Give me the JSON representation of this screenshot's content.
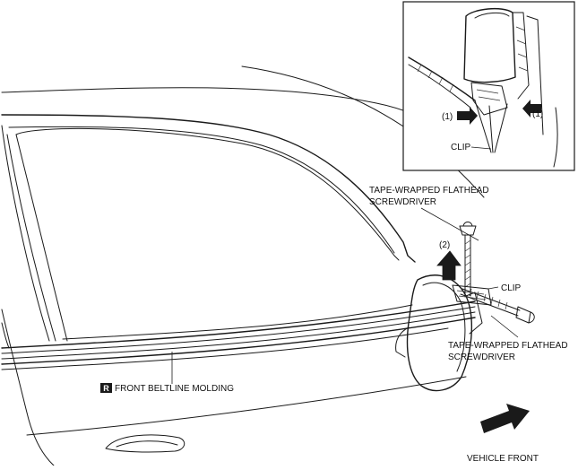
{
  "labels": {
    "part_code": "R",
    "part_name": "FRONT BELTLINE MOLDING",
    "tool_top_line1": "TAPE-WRAPPED FLATHEAD",
    "tool_top_line2": "SCREWDRIVER",
    "tool_bottom_line1": "TAPE-WRAPPED FLATHEAD",
    "tool_bottom_line2": "SCREWDRIVER",
    "clip_main": "CLIP",
    "clip_detail": "CLIP",
    "step_2": "(2)",
    "step_1_left": "(1)",
    "step_1_right": "(1)",
    "vehicle_front": "VEHICLE FRONT"
  },
  "colors": {
    "line": "#1a1a1a",
    "arrow_fill": "#1a1a1a",
    "background": "#ffffff"
  },
  "icons": {
    "direction_arrow": "vehicle-front-arrow-icon",
    "lift_arrow": "lift-up-arrow-icon",
    "push_arrows": "push-in-arrow-icon"
  }
}
